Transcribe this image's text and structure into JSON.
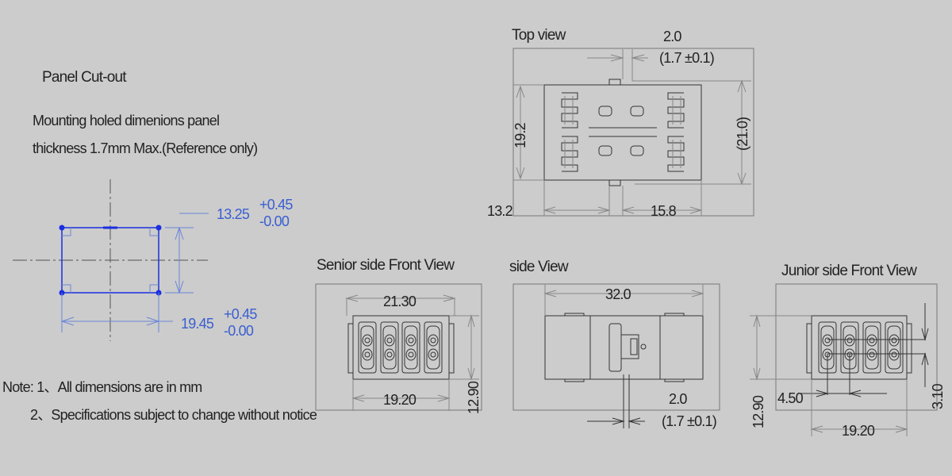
{
  "panel_cutout": {
    "title": "Panel Cut-out",
    "desc_line1": "Mounting holed dimenions panel",
    "desc_line2": "thickness 1.7mm Max.(Reference only)",
    "height_dim": "13.25",
    "height_tol_plus": "+0.45",
    "height_tol_minus": "-0.00",
    "width_dim": "19.45",
    "width_tol_plus": "+0.45",
    "width_tol_minus": "-0.00",
    "accent_color": "#1a2fe0"
  },
  "notes": {
    "line1": "Note: 1、All dimensions are in mm",
    "line2": "2、Specifications subject to change without notice"
  },
  "top_view": {
    "title": "Top view",
    "panel_dim": "2.0",
    "panel_ref": "(1.7  ±0.1)",
    "height_dim": "19.2",
    "overall_height_ref": "(21.0)",
    "left_dim": "13.2",
    "right_dim": "15.8"
  },
  "senior_front": {
    "title": "Senior side Front View",
    "top_width": "21.30",
    "bottom_width": "19.20",
    "height": "12.90"
  },
  "side_view": {
    "title": "side View",
    "length": "32.0",
    "panel_dim": "2.0",
    "panel_ref": "(1.7  ±0.1)"
  },
  "junior_front": {
    "title": "Junior side Front View",
    "height": "12.90",
    "pitch": "4.50",
    "row_pitch": "3.10",
    "width": "19.20"
  }
}
